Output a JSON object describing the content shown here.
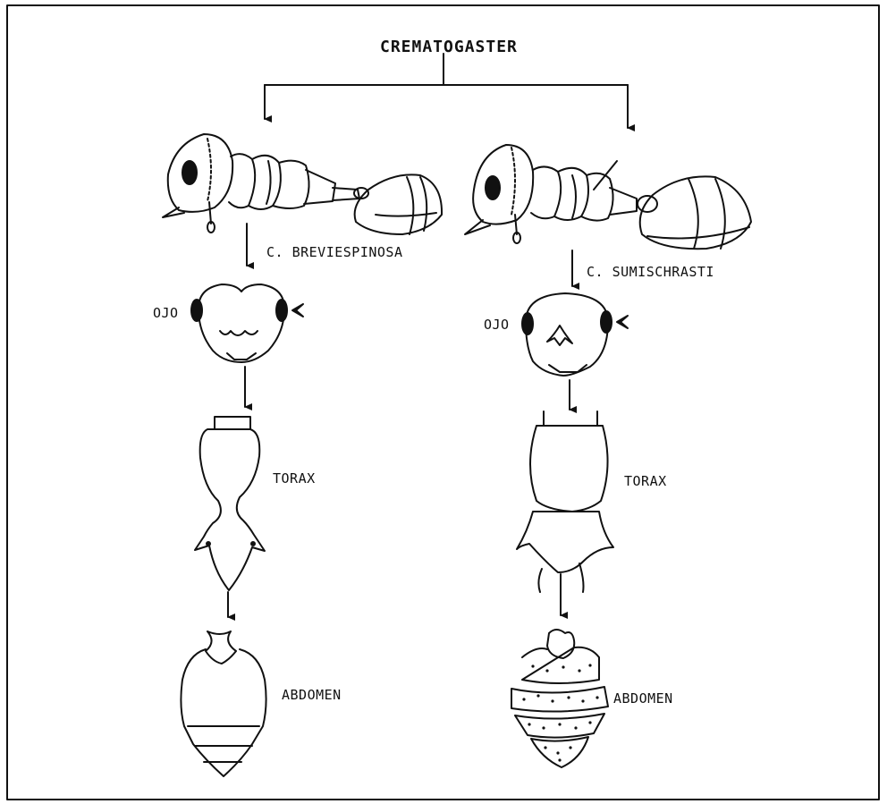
{
  "genus": "CREMATOGASTER",
  "left": {
    "species": "C. BREVIESPINOSA",
    "eye_label": "OJO",
    "thorax_label": "TORAX",
    "abdomen_label": "ABDOMEN"
  },
  "right": {
    "species": "C. SUMISCHRASTI",
    "eye_label": "OJO",
    "thorax_label": "TORAX",
    "abdomen_label": "ABDOMEN"
  }
}
